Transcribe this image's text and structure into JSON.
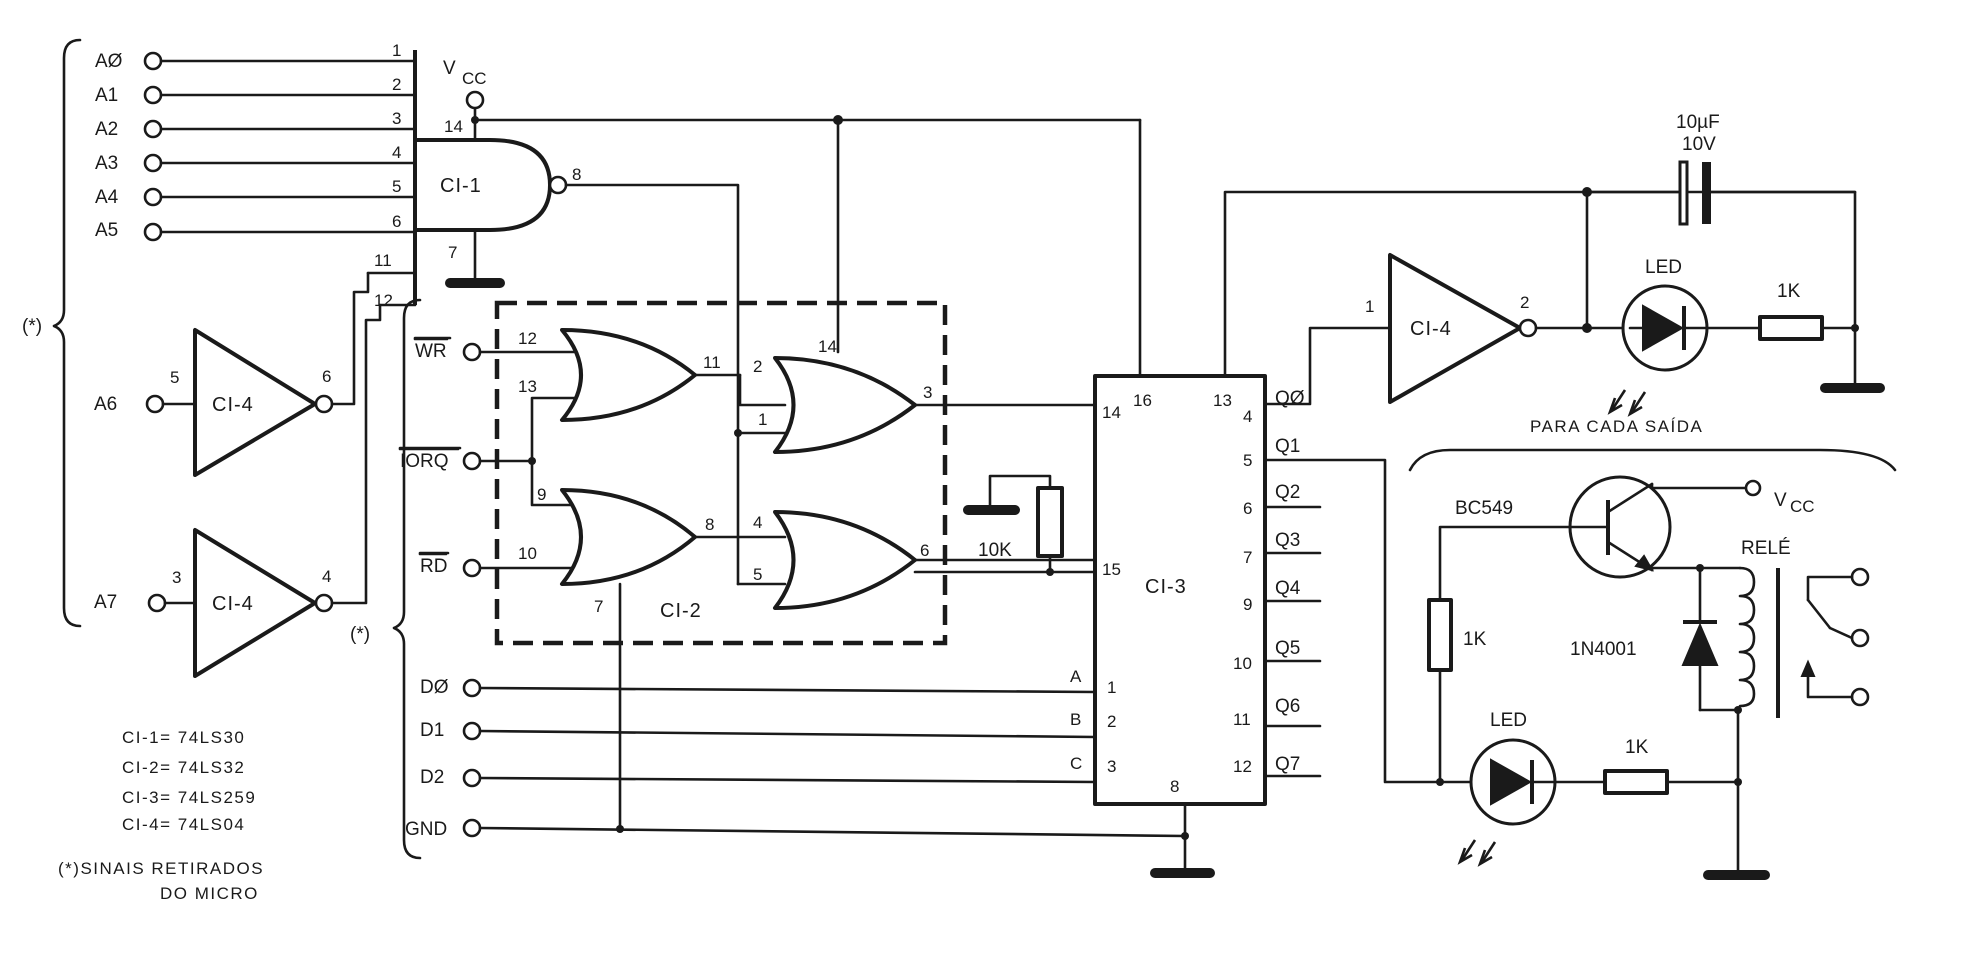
{
  "address_inputs": [
    "AØ",
    "A1",
    "A2",
    "A3",
    "A4",
    "A5",
    "A6",
    "A7"
  ],
  "control_inputs": {
    "wr": "WR",
    "iorq": "IORQ",
    "rd": "RD"
  },
  "data_inputs": [
    "DØ",
    "D1",
    "D2"
  ],
  "ground_label": "GND",
  "supply_label": "V",
  "supply_sub": "CC",
  "marker_asterisk": "(*)",
  "chips": {
    "ci1": "CI-1",
    "ci2": "CI-2",
    "ci3": "CI-3",
    "ci4": "CI-4"
  },
  "chip_pins": {
    "ci1_inputs": [
      "1",
      "2",
      "3",
      "4",
      "5",
      "6",
      "11",
      "12"
    ],
    "ci1_vcc": "14",
    "ci1_gnd": "7",
    "ci1_out": "8",
    "inv_a6_in": "5",
    "inv_a6_out": "6",
    "inv_a7_in": "3",
    "inv_a7_out": "4",
    "or1_in_a": "12",
    "or1_in_b": "13",
    "or1_out": "11",
    "or2_in_a": "9",
    "or2_in_b": "10",
    "or2_out": "8",
    "or2_gnd": "7",
    "or3_in_a": "2",
    "or3_in_b": "1",
    "or3_out": "3",
    "or3_vcc": "14",
    "or4_in_a": "4",
    "or4_in_b": "5",
    "or4_out": "6",
    "ci3_p16": "16",
    "ci3_p14": "14",
    "ci3_p15": "15",
    "ci3_p13": "13",
    "ci3_p1": "1",
    "ci3_p2": "2",
    "ci3_p3": "3",
    "ci3_p8": "8",
    "ci3_a": "A",
    "ci3_b": "B",
    "ci3_c": "C",
    "inv_out_in": "1",
    "inv_out_out": "2"
  },
  "ci3_outputs": [
    {
      "name": "QØ",
      "pin": "4"
    },
    {
      "name": "Q1",
      "pin": "5"
    },
    {
      "name": "Q2",
      "pin": "6"
    },
    {
      "name": "Q3",
      "pin": "7"
    },
    {
      "name": "Q4",
      "pin": "9"
    },
    {
      "name": "Q5",
      "pin": "10"
    },
    {
      "name": "Q6",
      "pin": "11"
    },
    {
      "name": "Q7",
      "pin": "12"
    }
  ],
  "components": {
    "resistor_10k": "10K",
    "cap_value": "10µF",
    "cap_voltage": "10V",
    "led": "LED",
    "resistor_1k": "1K",
    "transistor": "BC549",
    "diode": "1N4001",
    "relay": "RELÉ"
  },
  "output_section_title": "PARA CADA SAÍDA",
  "legend": [
    "CI-1= 74LS30",
    "CI-2= 74LS32",
    "CI-3= 74LS259",
    "CI-4= 74LS04"
  ],
  "note_line1": "(*)SINAIS RETIRADOS",
  "note_line2": "DO MICRO"
}
